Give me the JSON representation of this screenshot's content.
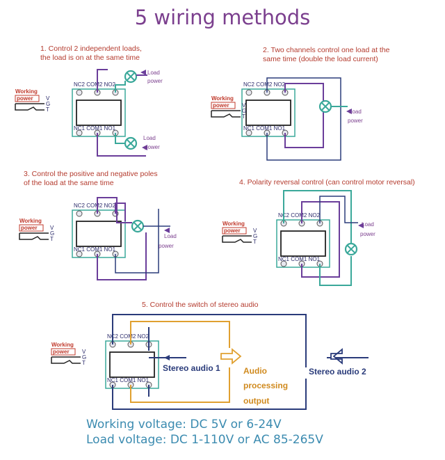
{
  "title": "5 wiring methods",
  "methods": [
    {
      "caption_1": "1. Control 2 independent loads,",
      "caption_2": "the load is on at the same time"
    },
    {
      "caption_1": "2. Two channels control one load at the",
      "caption_2": "same time (double the load current)"
    },
    {
      "caption_1": "3. Control the positive and negative poles",
      "caption_2": "of the load at the same time"
    },
    {
      "caption_1": "4. Polarity reversal control (can control motor reversal)",
      "caption_2": ""
    },
    {
      "caption_1": "5. Control the switch of stereo audio",
      "caption_2": ""
    }
  ],
  "labels": {
    "working": "Working",
    "power": "power",
    "pin_v": "V",
    "pin_g": "G",
    "pin_t": "T",
    "nc2": "NC2",
    "com2": "COM2",
    "no2": "NO2",
    "nc1": "NC1",
    "com1": "COM1",
    "no1": "NO1",
    "load": "Load",
    "load_power": "power",
    "stereo_audio_1": "Stereo audio 1",
    "stereo_audio_2": "Stereo audio 2",
    "audio": "Audio",
    "processing": "processing",
    "output": "output"
  },
  "footer": {
    "working_voltage": "Working voltage: DC 5V or 6-24V",
    "load_voltage": "Load voltage: DC 1-110V or AC 85-265V"
  },
  "colors": {
    "title": "#7b3f8e",
    "caption": "#b43b2e",
    "wire_teal": "#3aa89a",
    "wire_purple": "#6a3d9a",
    "wire_orange": "#e0a030",
    "wire_navy": "#2a3b7a",
    "lamp": "#3aa89a",
    "footer": "#3b8bb0"
  }
}
